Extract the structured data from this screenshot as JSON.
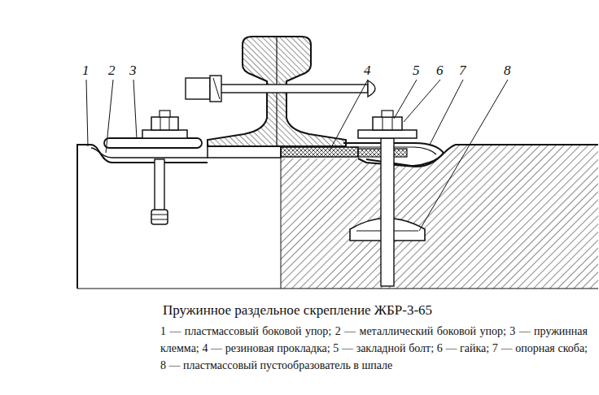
{
  "diagram": {
    "title": "Пружинное раздельное скрепление ЖБР-3-65",
    "caption": "1 — пластмассовый боковой упор; 2 — металлический боковой упор; 3 — пружинная клемма; 4 — резиновая прокладка; 5 — закладной болт; 6 — гайка; 7 — опорная скоба; 8 — пластмассовый пустообразователь в шпале",
    "labels": [
      "1",
      "2",
      "3",
      "4",
      "5",
      "6",
      "7",
      "8"
    ]
  }
}
